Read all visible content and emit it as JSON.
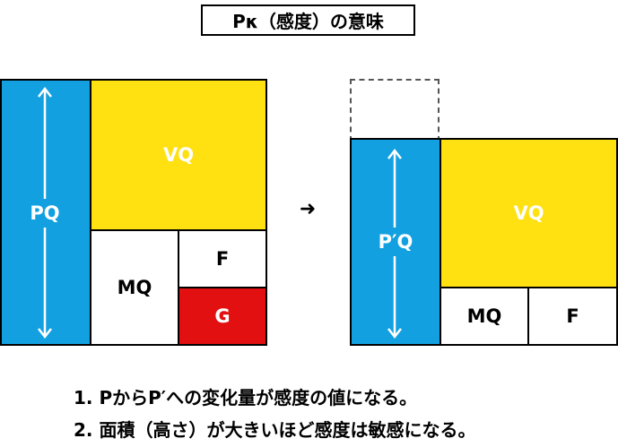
{
  "title": "Pκ（感度）の意味",
  "colors": {
    "blue": "#12a0e0",
    "yellow": "#ffe010",
    "red": "#e21010",
    "white": "#ffffff"
  },
  "left_diagram": {
    "pq_label": "PQ",
    "vq_label": "VQ",
    "mq_label": "MQ",
    "f_label": "F",
    "g_label": "G"
  },
  "arrow": "➜",
  "right_diagram": {
    "pq_label": "P′Q",
    "vq_label": "VQ",
    "mq_label": "MQ",
    "f_label": "F"
  },
  "notes": [
    "1. PからP′への変化量が感度の値になる。",
    "2. 面積（高さ）が大きいほど感度は敏感になる。"
  ]
}
